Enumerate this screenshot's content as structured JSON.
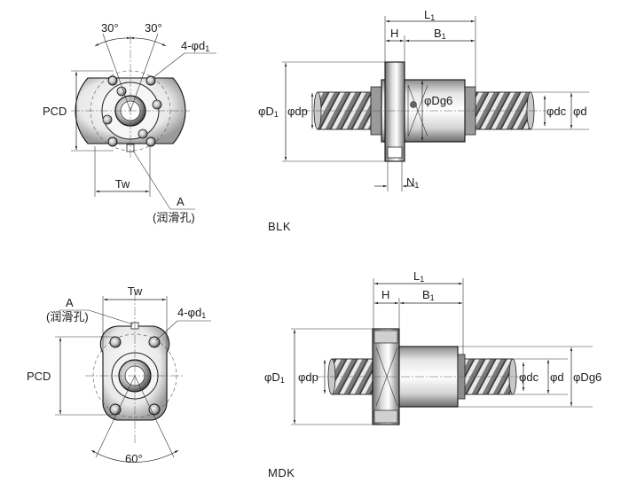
{
  "models": {
    "blk": "BLK",
    "mdk": "MDK"
  },
  "blk_front": {
    "angle_left": "30°",
    "angle_right": "30°",
    "holes": "4-φd",
    "holes_sub": "1",
    "pcd": "PCD",
    "tw": "Tw",
    "a": "A",
    "lube": "(润滑孔)"
  },
  "blk_side": {
    "l": "L",
    "l_sub": "1",
    "h": "H",
    "b": "B",
    "b_sub": "1",
    "od": "φD",
    "od_sub": "1",
    "dp": "φdp",
    "dg": "φDg6",
    "dc": "φdc",
    "d": "φd",
    "n": "N",
    "n_sub": "1"
  },
  "mdk_front": {
    "tw": "Tw",
    "a": "A",
    "lube": "(润滑孔)",
    "holes": "4-φd",
    "holes_sub": "1",
    "pcd": "PCD",
    "angle": "60°"
  },
  "mdk_side": {
    "l": "L",
    "l_sub": "1",
    "h": "H",
    "b": "B",
    "b_sub": "1",
    "od": "φD",
    "od_sub": "1",
    "dp": "φdp",
    "dc": "φdc",
    "d": "φd",
    "dg": "φDg6"
  },
  "colors": {
    "line": "#111111",
    "steel_light": "#f4f4f4",
    "steel_mid": "#b8b8b8",
    "steel_dark": "#6f6f6f"
  }
}
